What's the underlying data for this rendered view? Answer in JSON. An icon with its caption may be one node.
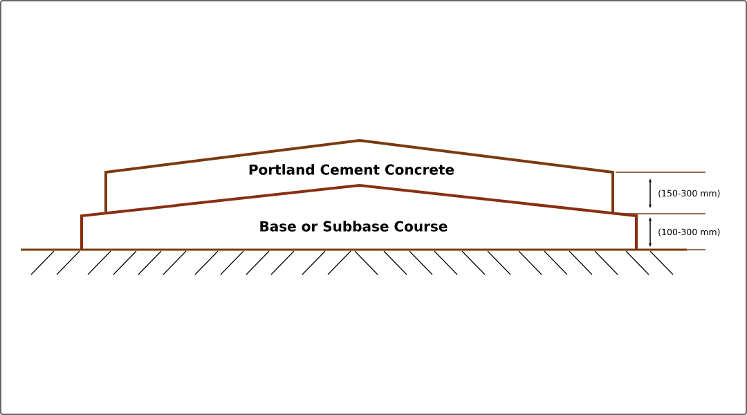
{
  "diagram": {
    "nodes": [
      {
        "text": [
          "Portland Cement Concrete"
        ]
      },
      {
        "text": [
          "Base or Subbase Course"
        ]
      }
    ],
    "labels": [
      "(150-300 mm)",
      "(100-300 mm)"
    ]
  }
}
